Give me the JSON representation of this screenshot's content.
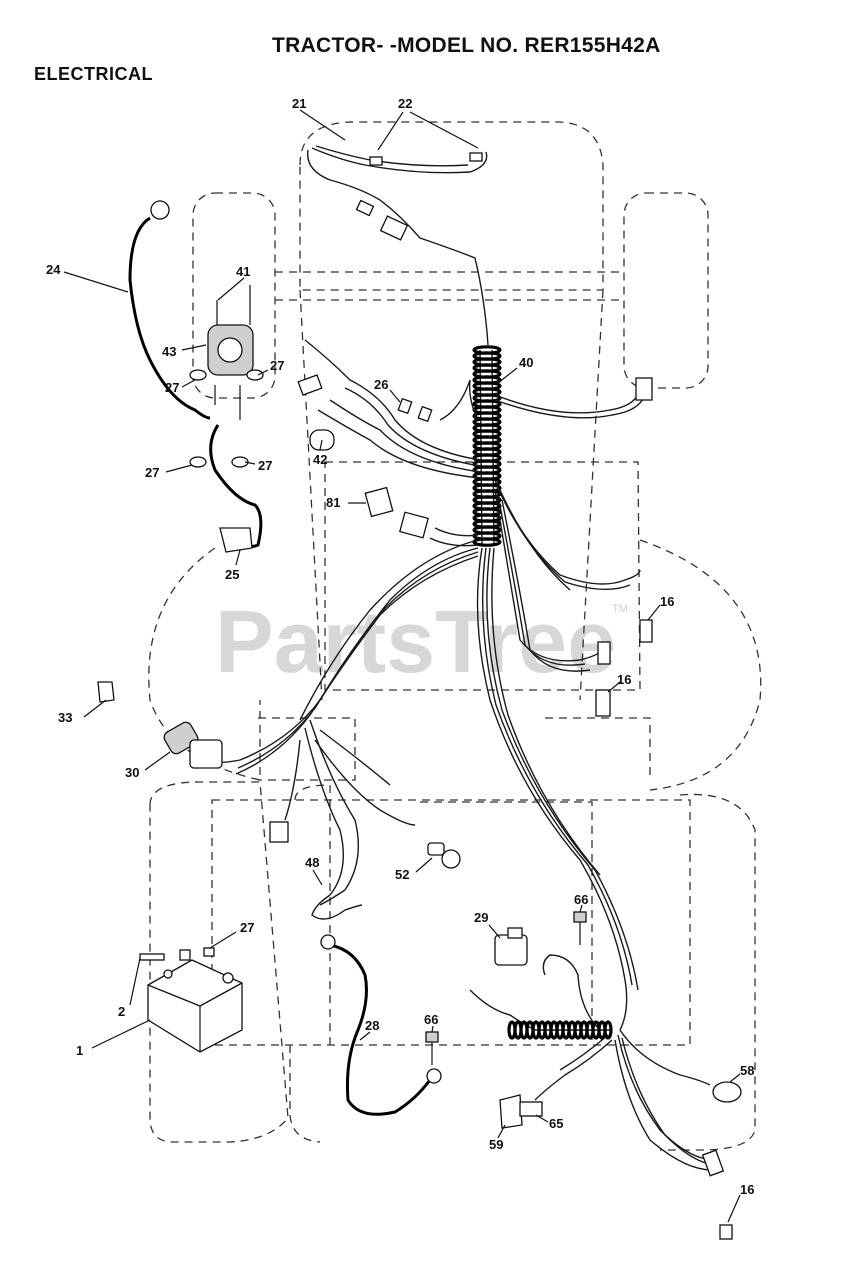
{
  "header": {
    "model_title": "TRACTOR- -MODEL NO. RER155H42A",
    "section_title": "ELECTRICAL"
  },
  "watermark": {
    "text": "PartsTree",
    "trademark": "TM"
  },
  "callouts": {
    "c21": "21",
    "c22": "22",
    "c24": "24",
    "c41": "41",
    "c43": "43",
    "c27a": "27",
    "c27b": "27",
    "c27c": "27",
    "c27d": "27",
    "c27e": "27",
    "c40": "40",
    "c26": "26",
    "c42": "42",
    "c81": "81",
    "c25": "25",
    "c16a": "16",
    "c16b": "16",
    "c16c": "16",
    "c33": "33",
    "c30": "30",
    "c48": "48",
    "c52": "52",
    "c66a": "66",
    "c66b": "66",
    "c29": "29",
    "c2": "2",
    "c1": "1",
    "c28": "28",
    "c58": "58",
    "c59": "59",
    "c65": "65"
  }
}
